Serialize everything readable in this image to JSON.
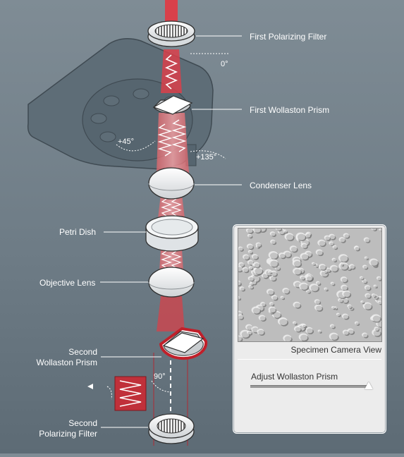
{
  "labels": {
    "first_polarizing_filter": "First Polarizing Filter",
    "first_wollaston_prism": "First Wollaston Prism",
    "condenser_lens": "Condenser Lens",
    "petri_dish": "Petri Dish",
    "objective_lens": "Objective Lens",
    "second_wollaston_prism_1": "Second",
    "second_wollaston_prism_2": "Wollaston Prism",
    "second_polarizing_filter_1": "Second",
    "second_polarizing_filter_2": "Polarizing Filter"
  },
  "angles": {
    "zero": "0°",
    "plus45": "+45°",
    "plus135": "+135°",
    "ninety": "90°"
  },
  "panel": {
    "caption": "Specimen Camera View",
    "slider_label": "Adjust Wollaston Prism",
    "slider_value": 0.99
  },
  "colors": {
    "beam": "#d9262e",
    "beam_light": "#f3a6aa",
    "background": "#6e7c86",
    "stage": "#5f6e78"
  }
}
